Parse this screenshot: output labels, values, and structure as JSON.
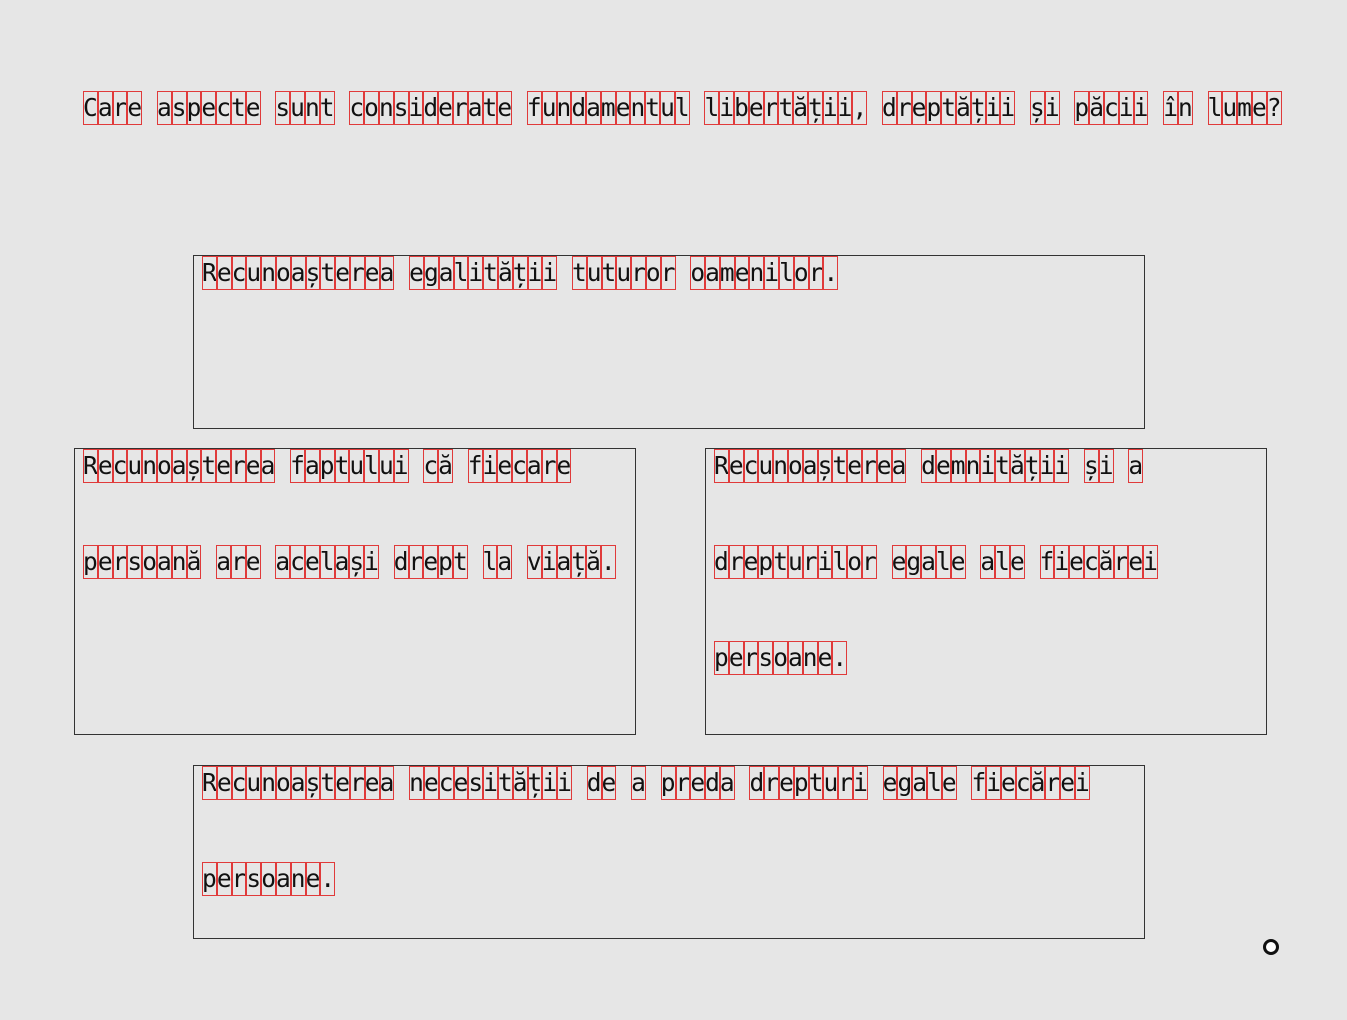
{
  "question": "Care aspecte sunt considerate fundamentul libertății, dreptății și păcii în lume?",
  "answers": [
    {
      "lines": [
        "Recunoașterea egalității tuturor oamenilor."
      ]
    },
    {
      "lines": [
        "Recunoașterea faptului că fiecare",
        "persoană are același drept la viață."
      ]
    },
    {
      "lines": [
        "Recunoașterea demnității și a",
        "drepturilor egale ale fiecărei",
        "persoane."
      ]
    },
    {
      "lines": [
        "Recunoașterea necesității de a preda drepturi egale fiecărei",
        "persoane."
      ]
    }
  ],
  "cursor_icon": "circle-cursor-icon"
}
